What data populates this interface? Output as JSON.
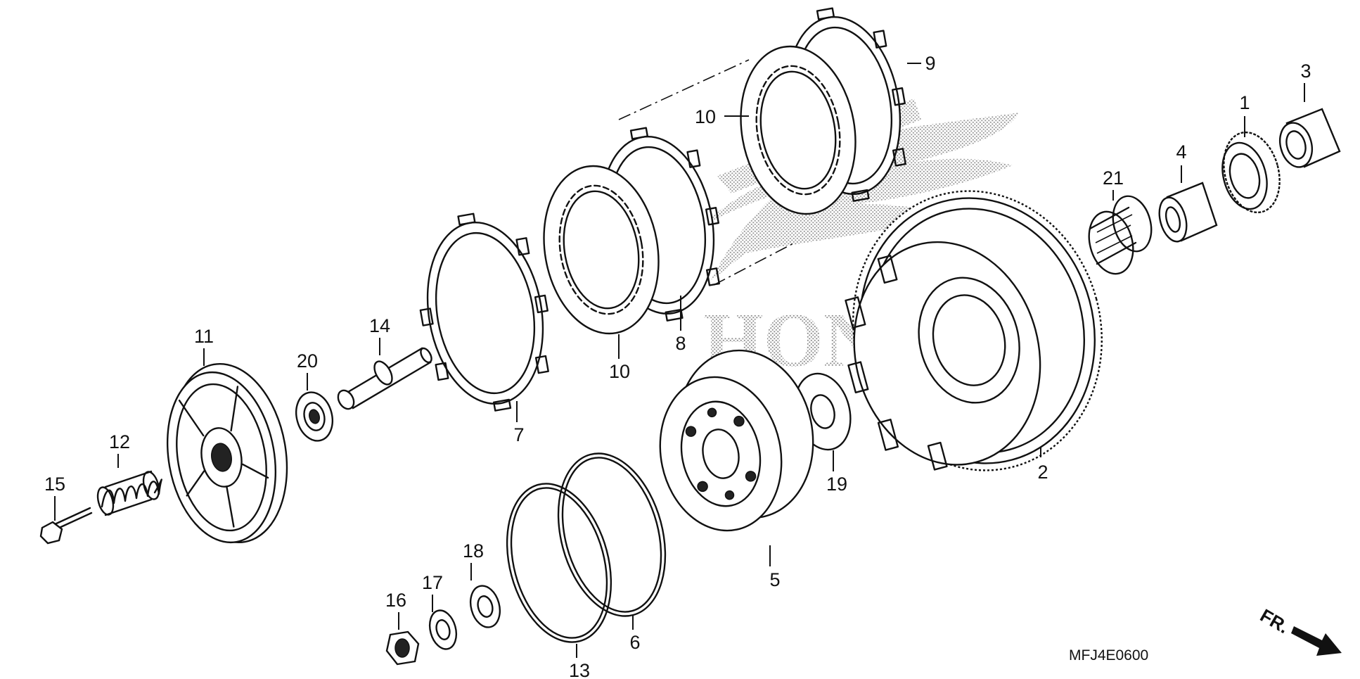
{
  "diagram": {
    "part_labels": {
      "p1": "1",
      "p2": "2",
      "p3": "3",
      "p4": "4",
      "p5": "5",
      "p6": "6",
      "p7": "7",
      "p8": "8",
      "p9": "9",
      "p10a": "10",
      "p10b": "10",
      "p11": "11",
      "p12": "12",
      "p13": "13",
      "p14": "14",
      "p15": "15",
      "p16": "16",
      "p17": "17",
      "p18": "18",
      "p19": "19",
      "p20": "20",
      "p21": "21"
    },
    "drawing_code": "MFJ4E0600",
    "direction_label": "FR.",
    "watermark_text": "HONDA"
  }
}
